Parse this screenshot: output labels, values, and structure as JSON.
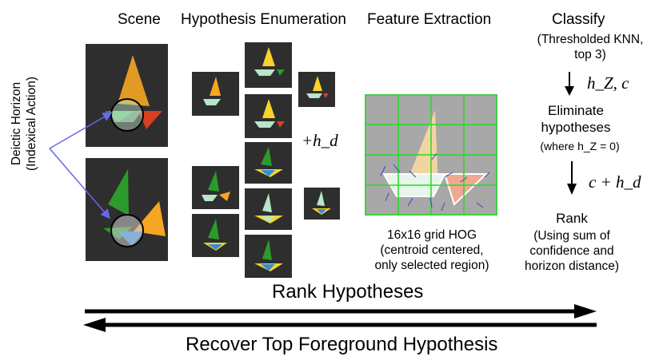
{
  "headers": {
    "scene": "Scene",
    "enumeration": "Hypothesis Enumeration",
    "features": "Feature Extraction",
    "classify": "Classify"
  },
  "classify_sub": [
    "(Thresholded KNN,",
    "top 3)"
  ],
  "classify_output": "h_Z, c",
  "eliminate": [
    "Eliminate",
    "hypotheses"
  ],
  "eliminate_note": "(where h_Z = 0)",
  "rank_input": "c + h_d",
  "rank": "Rank",
  "rank_sub": [
    "(Using sum of",
    "confidence and",
    "horizon distance)"
  ],
  "plus_hd": "+h_d",
  "deictic": [
    "Deictic Horizon",
    "(Indexical Action)"
  ],
  "hog_caption": [
    "16x16 grid HOG",
    "(centroid centered,",
    "only selected region)"
  ],
  "rank_hypotheses": "Rank Hypotheses",
  "recover": "Recover Top Foreground Hypothesis",
  "colors": {
    "tile_bg": "#2e2e2e",
    "orange": "#f5a623",
    "yellow": "#f8d32a",
    "green": "#2d9a2d",
    "light_green": "#b8e6c8",
    "red": "#d64020",
    "blue": "#2f8de0",
    "grid_green": "#22dd22",
    "deictic_arrow": "#6666ee"
  }
}
